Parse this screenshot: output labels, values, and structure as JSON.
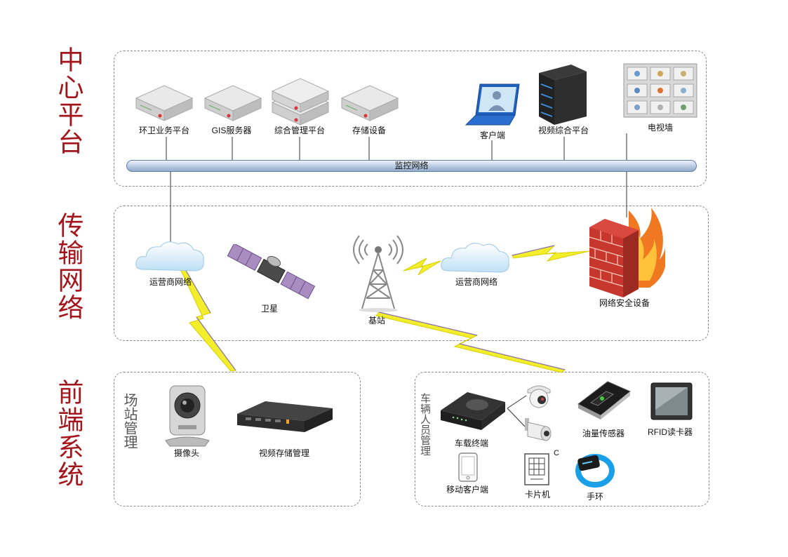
{
  "layers": {
    "center": "中心平台",
    "transport": "传输网络",
    "frontend": "前端系统"
  },
  "center_platform": {
    "bus_label": "监控网络",
    "devices": {
      "sanitation": "环卫业务平台",
      "gis": "GIS服务器",
      "management": "综合管理平台",
      "storage": "存储设备",
      "client": "客户端",
      "video_platform": "视频综合平台",
      "tv_wall": "电视墙"
    }
  },
  "transport_network": {
    "carrier_left": "运营商网络",
    "satellite": "卫星",
    "base_station": "基站",
    "carrier_right": "运营商网络",
    "firewall": "网络安全设备"
  },
  "station_management": {
    "group_label": "场站管理",
    "camera": "摄像头",
    "video_storage": "视频存储管理"
  },
  "vehicle_management": {
    "group_label": "车辆人员管理",
    "vehicle_terminal": "车载终端",
    "oil_sensor": "油量传感器",
    "rfid_reader": "RFID读卡器",
    "mobile_client": "移动客户端",
    "card_machine": "卡片机",
    "card_mark": "C",
    "wristband": "手环"
  },
  "colors": {
    "title_red": "#a3151b",
    "panel_border": "#8a8a8a",
    "bus_blue": "#93abcc",
    "lightning": "#f2ee2c"
  }
}
